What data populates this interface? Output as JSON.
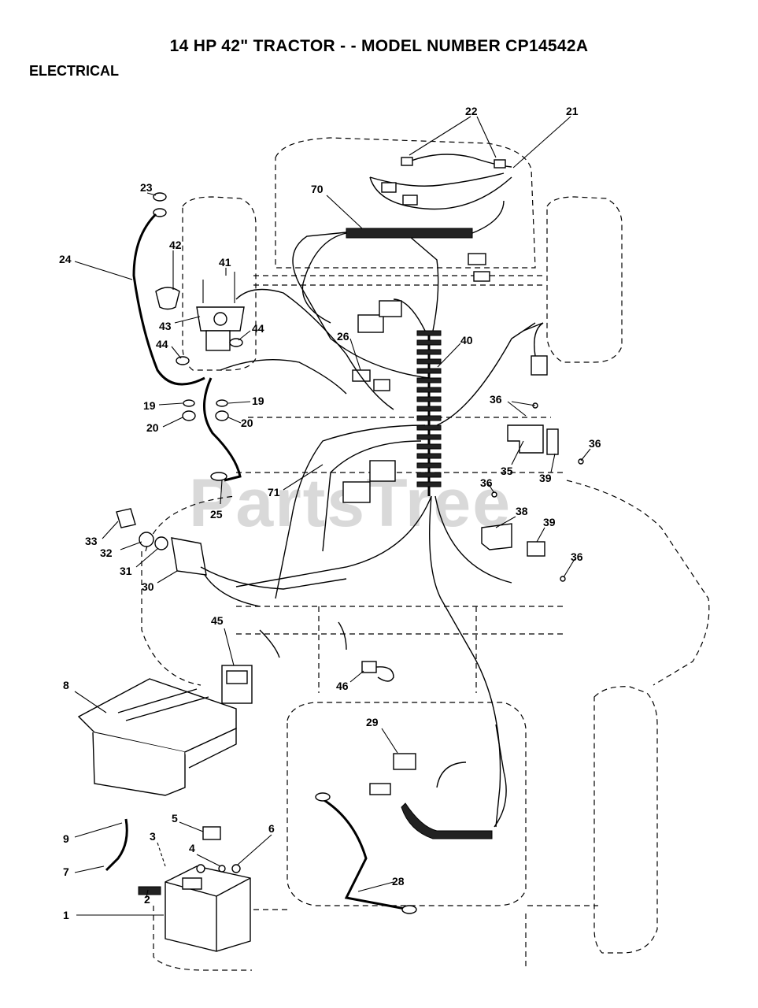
{
  "header": {
    "title": "14 HP 42\" TRACTOR - - MODEL NUMBER CP14542A",
    "section": "ELECTRICAL"
  },
  "watermark": "PartsTree",
  "callouts": [
    "22",
    "21",
    "70",
    "23",
    "42",
    "41",
    "24",
    "43",
    "44",
    "44",
    "40",
    "26",
    "19",
    "19",
    "20",
    "20",
    "36",
    "36",
    "35",
    "39",
    "25",
    "71",
    "36",
    "38",
    "39",
    "33",
    "32",
    "31",
    "36",
    "30",
    "45",
    "8",
    "46",
    "29",
    "5",
    "9",
    "3",
    "6",
    "4",
    "7",
    "2",
    "28",
    "1"
  ]
}
